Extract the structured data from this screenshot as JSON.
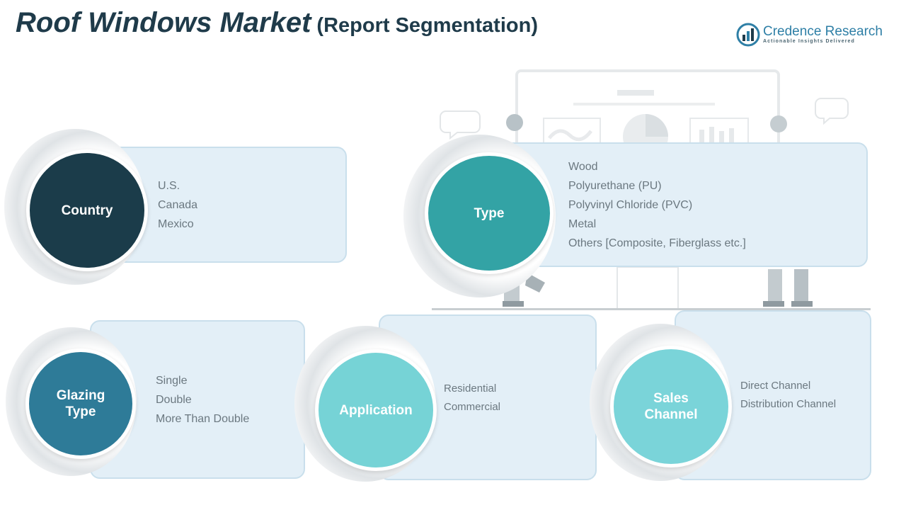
{
  "header": {
    "title": "Roof Windows Market",
    "subtitle": "(Report Segmentation)"
  },
  "logo": {
    "name": "Credence Research",
    "tagline": "Actionable Insights Delivered",
    "icon": "bar-chart-globe-icon"
  },
  "colors": {
    "title": "#1f3b4a",
    "box_fill": "#e3eff7",
    "country": "#1b3c4a",
    "type": "#33a3a5",
    "glazing_type": "#2e7b98",
    "application": "#76d3d6",
    "sales_channel": "#7ad4d9"
  },
  "segments": {
    "country": {
      "label": "Country",
      "items": [
        "U.S.",
        "Canada",
        "Mexico"
      ]
    },
    "type": {
      "label": "Type",
      "items": [
        "Wood",
        "Polyurethane (PU)",
        "Polyvinyl Chloride (PVC)",
        "Metal",
        "Others [Composite, Fiberglass etc.]"
      ]
    },
    "glazing_type": {
      "label": "Glazing Type",
      "items": [
        "Single",
        "Double",
        "More Than Double"
      ]
    },
    "application": {
      "label": "Application",
      "items": [
        "Residential",
        "Commercial"
      ]
    },
    "sales_channel": {
      "label": "Sales Channel",
      "items": [
        "Direct Channel",
        "Distribution Channel"
      ]
    }
  }
}
